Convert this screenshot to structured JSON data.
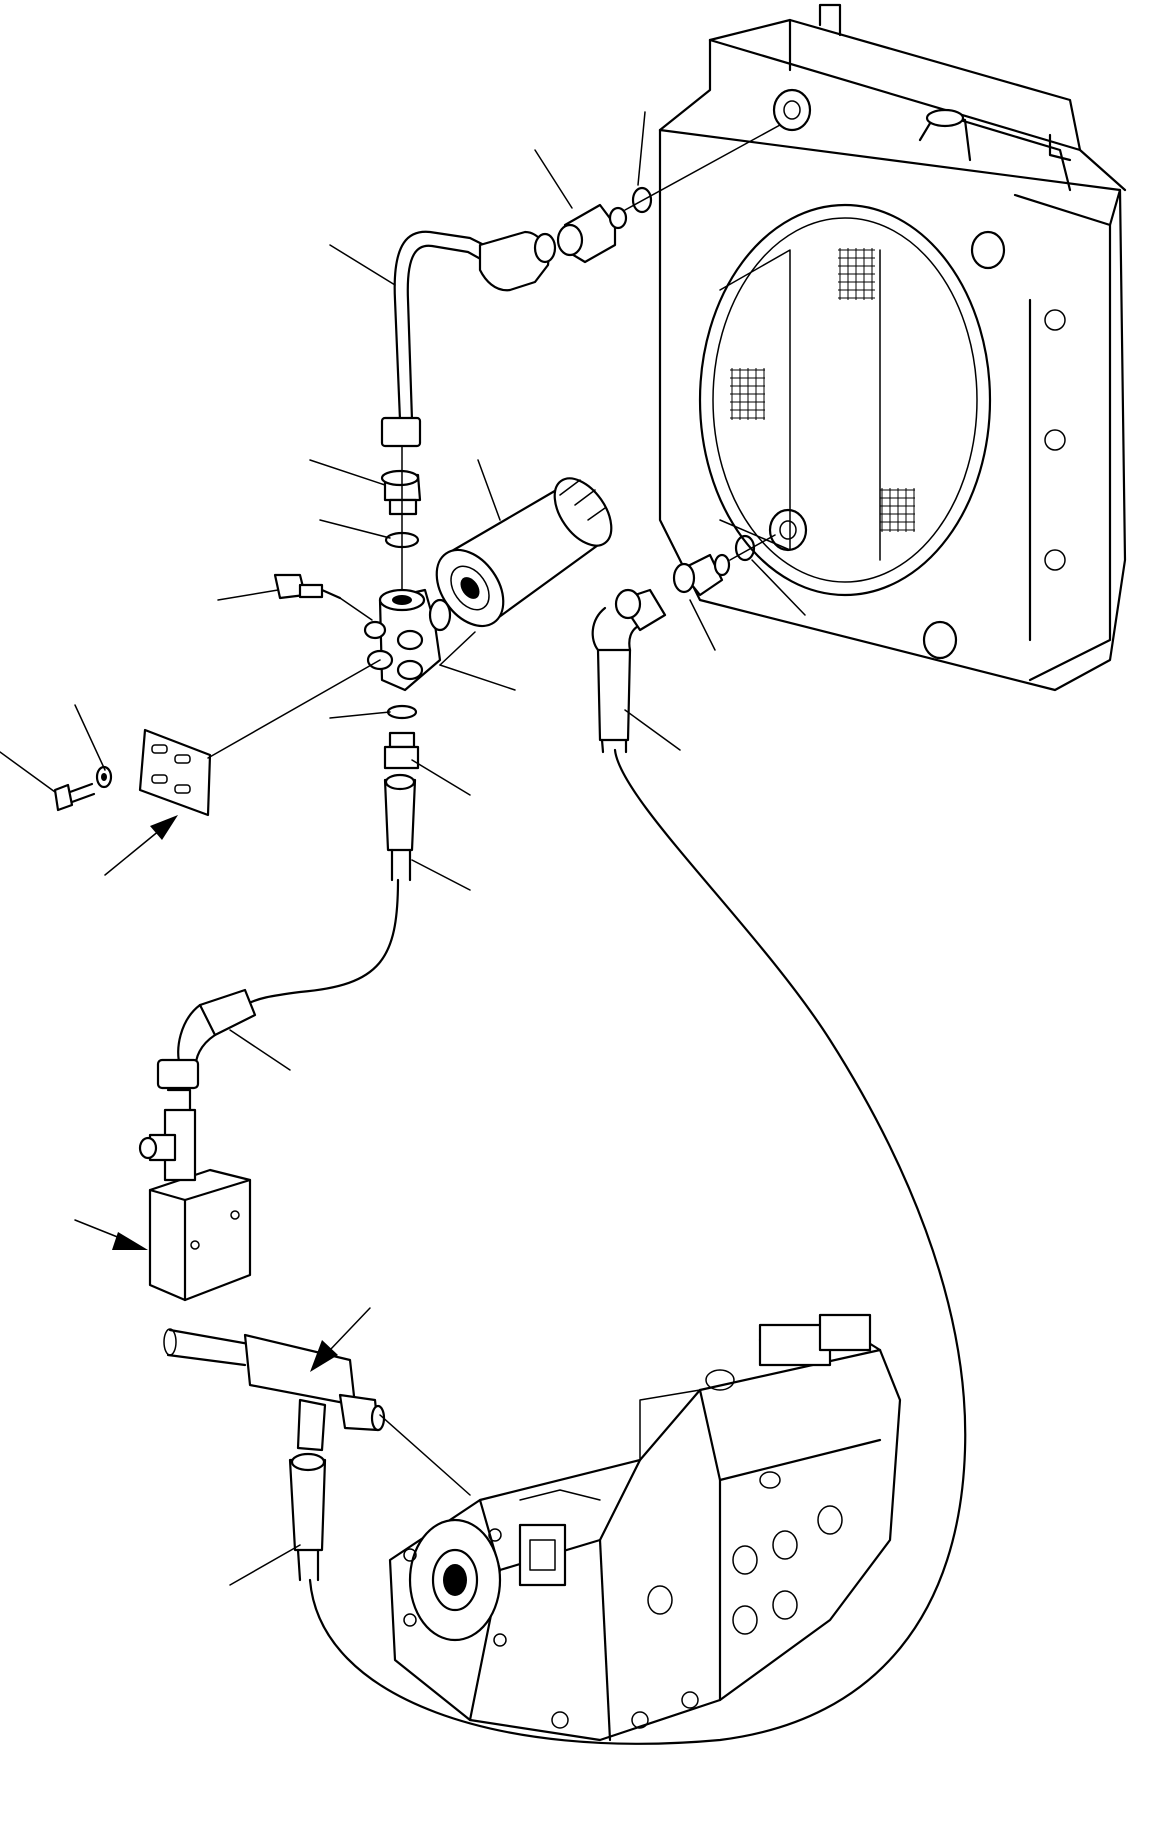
{
  "figure": {
    "kind": "exploded parts drawing",
    "components": [
      "radiator-cooler",
      "oil-filter",
      "filter-head",
      "steel-tube",
      "elbow-fitting",
      "adapter-fitting",
      "o-ring",
      "hose",
      "mounting-bracket",
      "bolt",
      "washer",
      "sensor",
      "valve-block",
      "tee-fitting",
      "hydraulic-pump"
    ],
    "leader_count": 24,
    "arrow_count": 3
  }
}
